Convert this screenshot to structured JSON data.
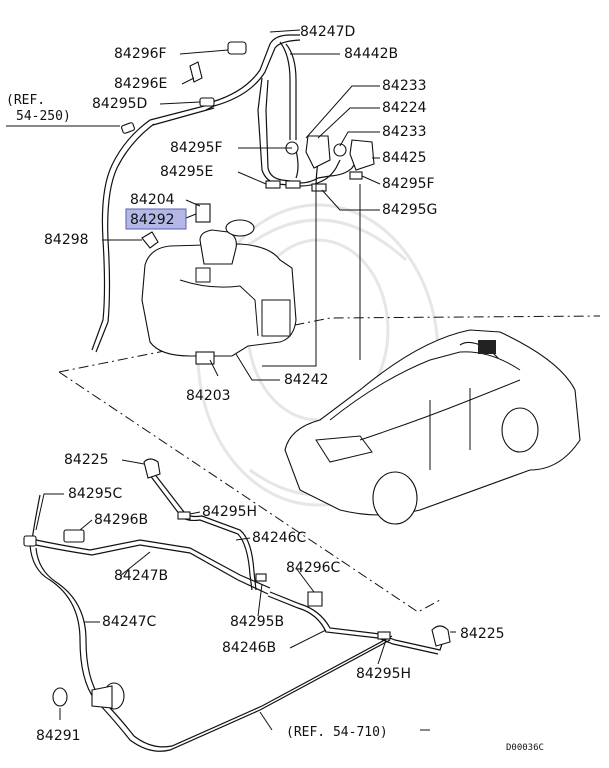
{
  "colors": {
    "highlight": "#b3b8e6",
    "line": "#111111"
  },
  "labels": {
    "p84247D": "84247D",
    "p84442B": "84442B",
    "p84296F": "84296F",
    "p84296E": "84296E",
    "p84295D": "84295D",
    "p84233a": "84233",
    "p84224": "84224",
    "p84233b": "84233",
    "p84425": "84425",
    "p84295F_l": "84295F",
    "p84295E": "84295E",
    "p84295F_r": "84295F",
    "p84295G": "84295G",
    "p84204": "84204",
    "p84292": "84292",
    "p84298": "84298",
    "p84203": "84203",
    "p84242": "84242",
    "p84225a": "84225",
    "p84295C": "84295C",
    "p84296B": "84296B",
    "p84295H_a": "84295H",
    "p84246C": "84246C",
    "p84247B": "84247B",
    "p84296C": "84296C",
    "p84247C": "84247C",
    "p84295B": "84295B",
    "p84246B": "84246B",
    "p84225b": "84225",
    "p84295H_b": "84295H",
    "p84291": "84291"
  },
  "refs": {
    "ref_top_line1": "(REF.",
    "ref_top_line2": "54-250)",
    "ref_bottom": "(REF. 54-710)"
  },
  "diagram_code": "D00036C"
}
